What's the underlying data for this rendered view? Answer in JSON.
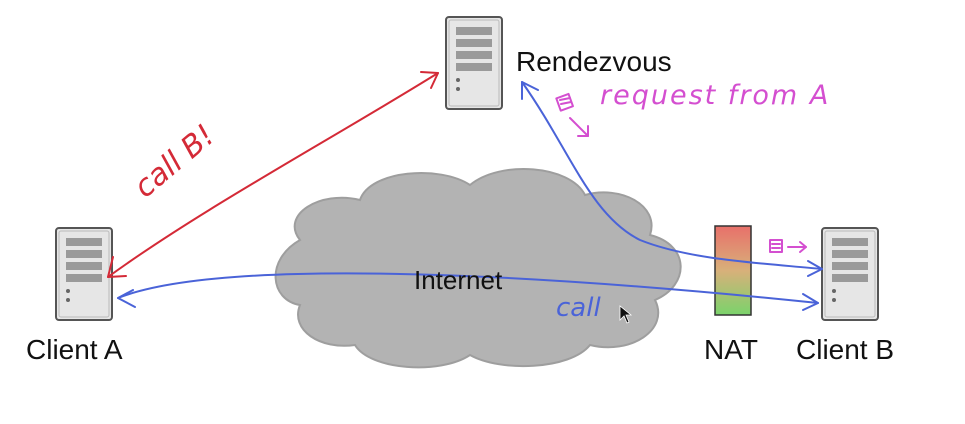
{
  "nodes": {
    "rendezvous": "Rendezvous",
    "client_a": "Client A",
    "client_b": "Client B",
    "nat": "NAT",
    "internet": "Internet"
  },
  "annotations": {
    "call_b": "call B!",
    "request_from_a": "request from A",
    "call": "call"
  },
  "colors": {
    "server_body": "#e6e6e6",
    "server_outline": "#555555",
    "cloud": "#b3b3b3",
    "nat_top": "#e8706a",
    "nat_bottom": "#7ad36b",
    "red_arrow": "#d42a37",
    "blue_arrow": "#4a63d8",
    "magenta": "#d44fd0"
  }
}
